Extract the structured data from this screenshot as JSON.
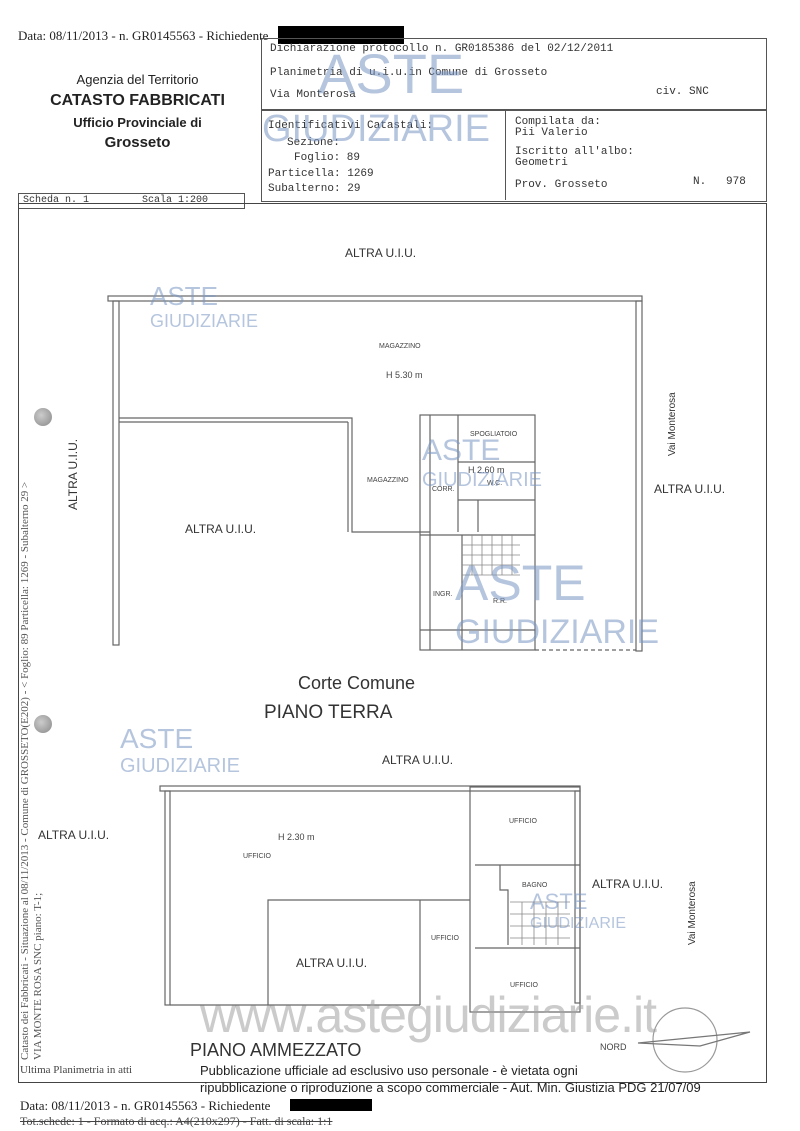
{
  "top_line": "Data: 08/11/2013 - n. GR0145563 - Richiedente",
  "agency": {
    "line1": "Agenzia del Territorio",
    "line2": "CATASTO FABBRICATI",
    "line3": "Ufficio Provinciale di",
    "line4": "Grosseto"
  },
  "header": {
    "dichiarazione": "Dichiarazione protocollo n. GR0185386 del 02/12/2011",
    "planimetria": "Planimetria di u.i.u.in Comune di Grosseto",
    "via": "Via Monterosa",
    "civ": "civ. SNC",
    "identificativi": "Identificativi Catastali:",
    "sezione": "Sezione:",
    "foglio": "Foglio: 89",
    "particella": "Particella: 1269",
    "subalterno": "Subalterno: 29",
    "compilata": "Compilata da:",
    "compilatore": "Pii Valerio",
    "iscritto": "Iscritto all'albo:",
    "albo": "Geometri",
    "prov": "Prov. Grosseto",
    "numero": "N.   978"
  },
  "scheda": {
    "n": "Scheda n. 1",
    "scala": "Scala 1:200"
  },
  "side_text": {
    "line1": "Catasto dei Fabbricati - Situazione al 08/11/2013 - Comune di GROSSETO(E202) - < Foglio: 89 Particella: 1269 - Subalterno 29 >",
    "line2": "VIA MONTE ROSA SNC piano: T-1;"
  },
  "plan": {
    "altra": "ALTRA U.I.U.",
    "magazzino": "MAGAZZINO",
    "h530": "H 5.30 m",
    "spogliatoio": "SPOGLIATOIO",
    "h260": "H 2.60 m",
    "wc": "W.C.",
    "corr": "CORR.",
    "ingr": "INGR.",
    "rr": "R.R.",
    "via_monterosa": "Vai Monterosa",
    "corte": "Corte Comune",
    "piano_terra": "PIANO TERRA",
    "ufficio": "UFFICIO",
    "h230": "H 2.30 m",
    "bagno": "BAGNO",
    "nord": "NORD",
    "piano_ammezzato": "PIANO AMMEZZATO"
  },
  "watermark": {
    "aste": "ASTE",
    "giudiziarie": "GIUDIZIARIE",
    "site": "www.astegiudiziarie.it"
  },
  "footer": {
    "ultima": "Ultima Planimetria in atti",
    "data": "Data: 08/11/2013 - n. GR0145563 - Richiedente",
    "tot": "Tot.schede: 1 - Formato di acq.: A4(210x297) - Fatt. di scala: 1:1",
    "pub1": "Pubblicazione ufficiale ad esclusivo uso personale - è vietata ogni",
    "pub2": "ripubblicazione o riproduzione a scopo commerciale - Aut. Min. Giustizia PDG 21/07/09"
  }
}
